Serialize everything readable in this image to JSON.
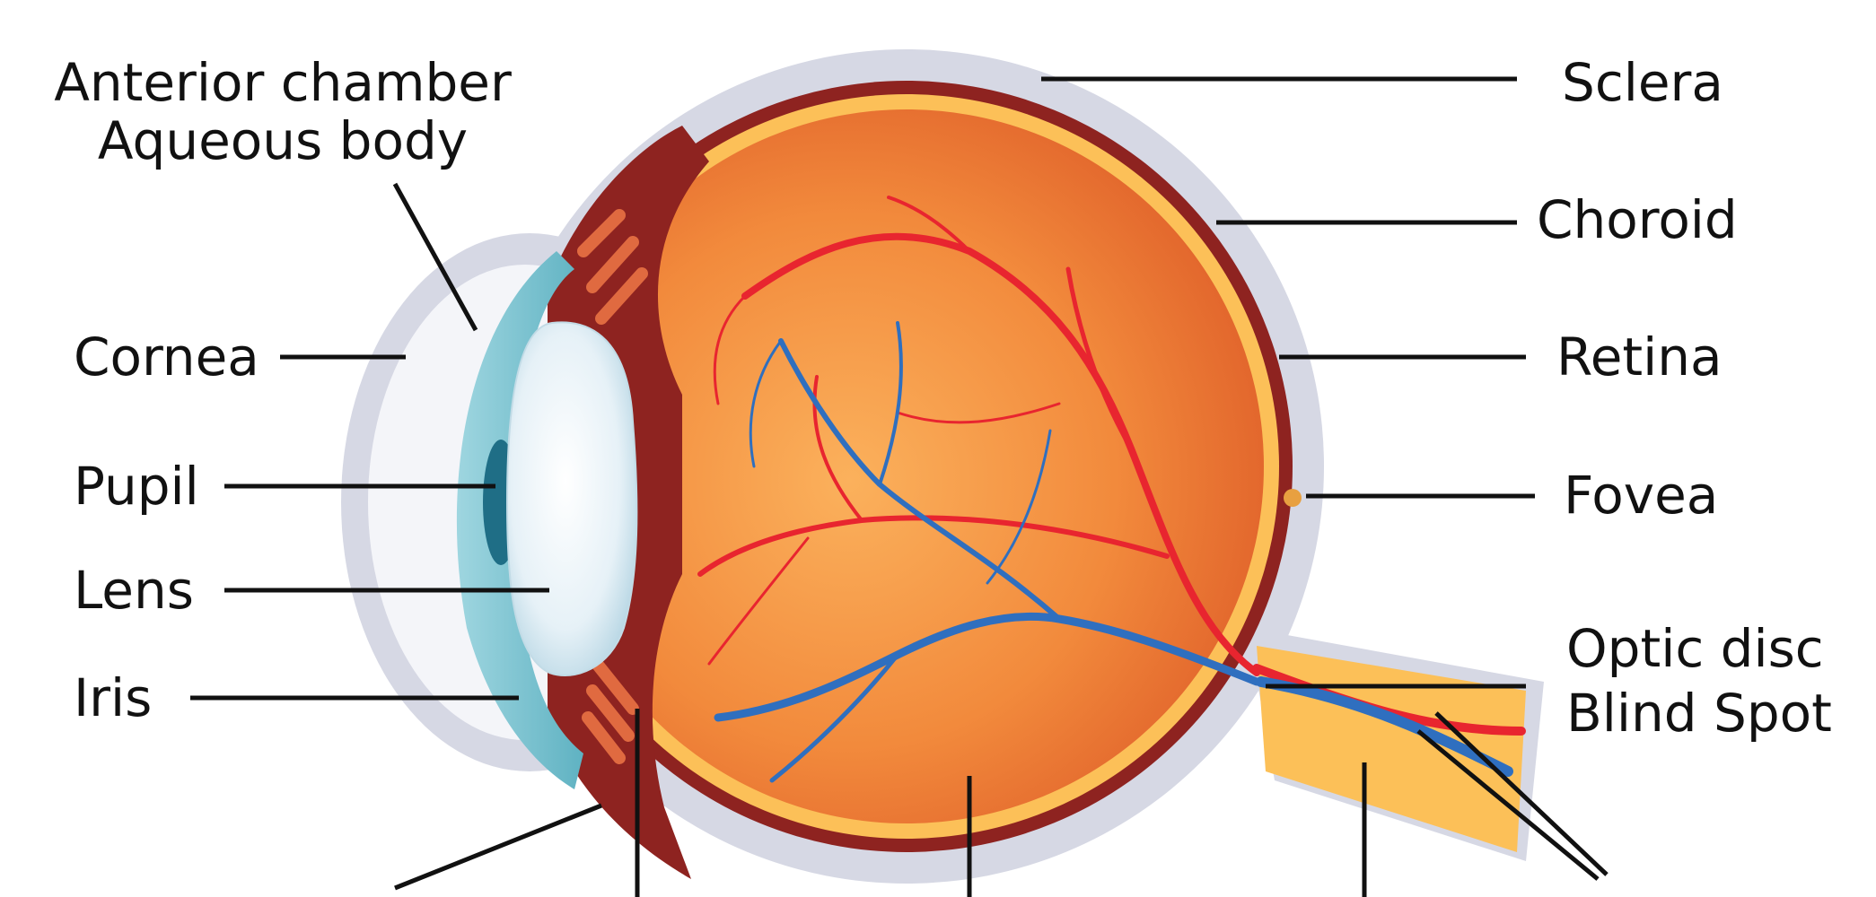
{
  "labels": {
    "anterior_chamber": "Anterior chamber",
    "aqueous_body": "Aqueous body",
    "cornea": "Cornea",
    "pupil": "Pupil",
    "lens": "Lens",
    "iris": "Iris",
    "sclera": "Sclera",
    "choroid": "Choroid",
    "retina": "Retina",
    "fovea": "Fovea",
    "optic_disc": "Optic disc",
    "blind_spot": "Blind Spot"
  },
  "colors": {
    "sclera": "#d6d8e4",
    "choroid": "#8e2320",
    "retina": "#fcc058",
    "vitreous": "#f08838",
    "cornea": "#7fc7d4",
    "lens": "#e8f2f8",
    "anterior_chamber": "#f4f5f9",
    "optic_nerve": "#fcc058",
    "artery": "#e8252f",
    "vein": "#2f6fbf",
    "label_text": "#111111"
  }
}
